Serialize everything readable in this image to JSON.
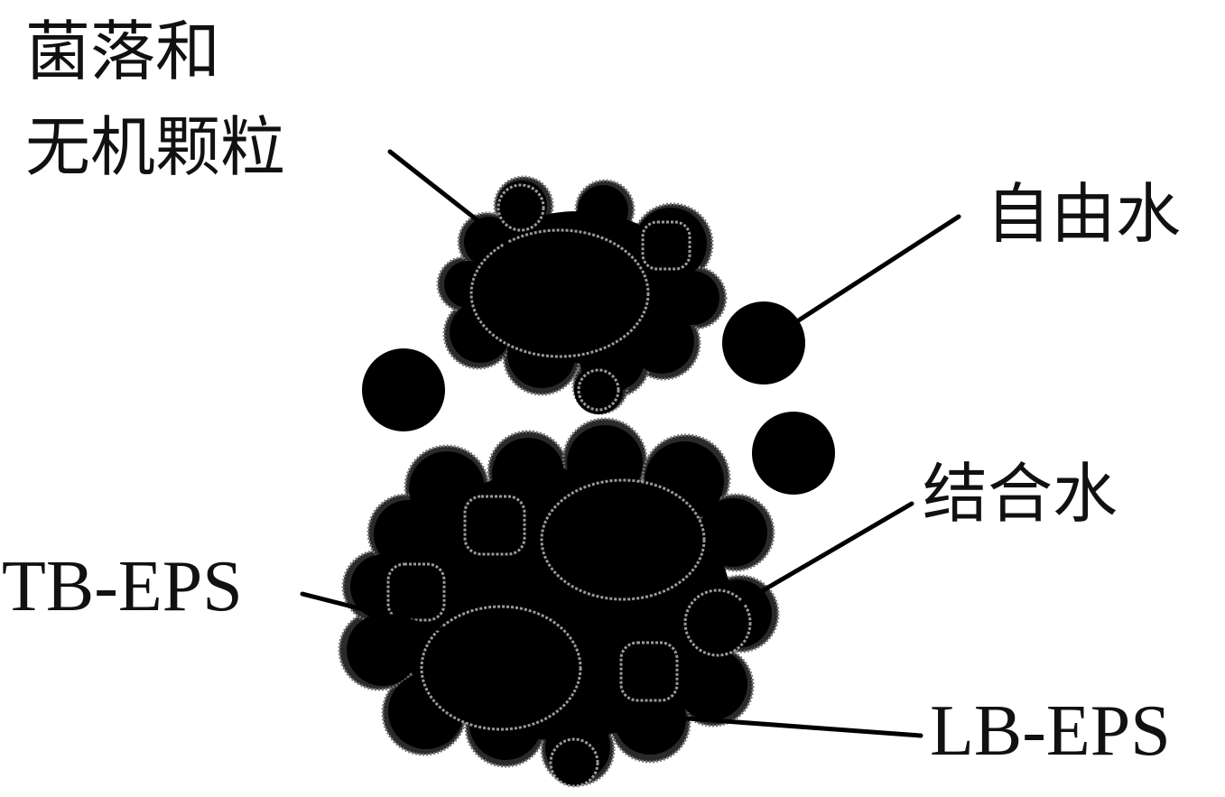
{
  "labels": {
    "colony_line1": "菌落和",
    "colony_line2": "无机颗粒",
    "free_water": "自由水",
    "bound_water": "结合水",
    "tb_eps": "TB-EPS",
    "lb_eps": "LB-EPS"
  },
  "colors": {
    "background": "#ffffff",
    "floc": "#000000",
    "halo": "#2a2a2a",
    "text": "#111111"
  }
}
